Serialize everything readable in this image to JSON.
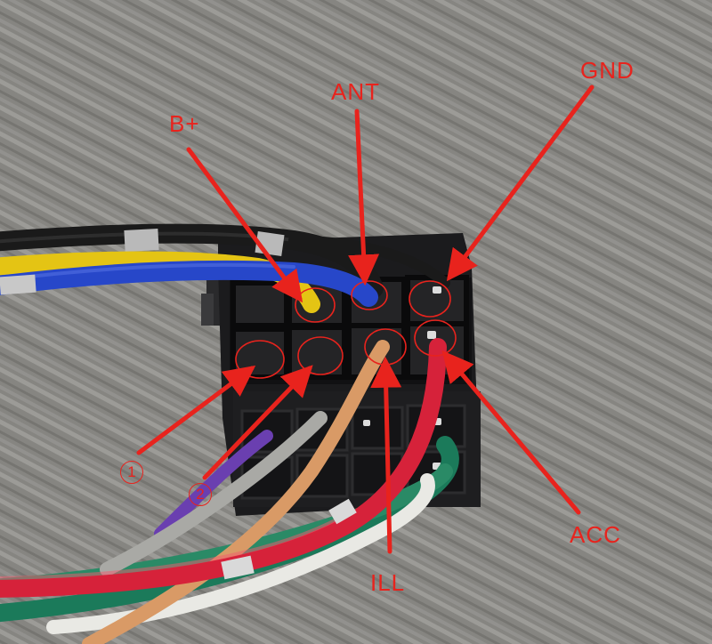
{
  "labels": {
    "b_plus": "B+",
    "ant": "ANT",
    "gnd": "GND",
    "acc": "ACC",
    "ill": "ILL",
    "pin1": "1",
    "pin2": "2"
  },
  "colors": {
    "annotation": "#e8231d",
    "carpet": "#8f8e8a",
    "connector": "#1b1b1d"
  }
}
